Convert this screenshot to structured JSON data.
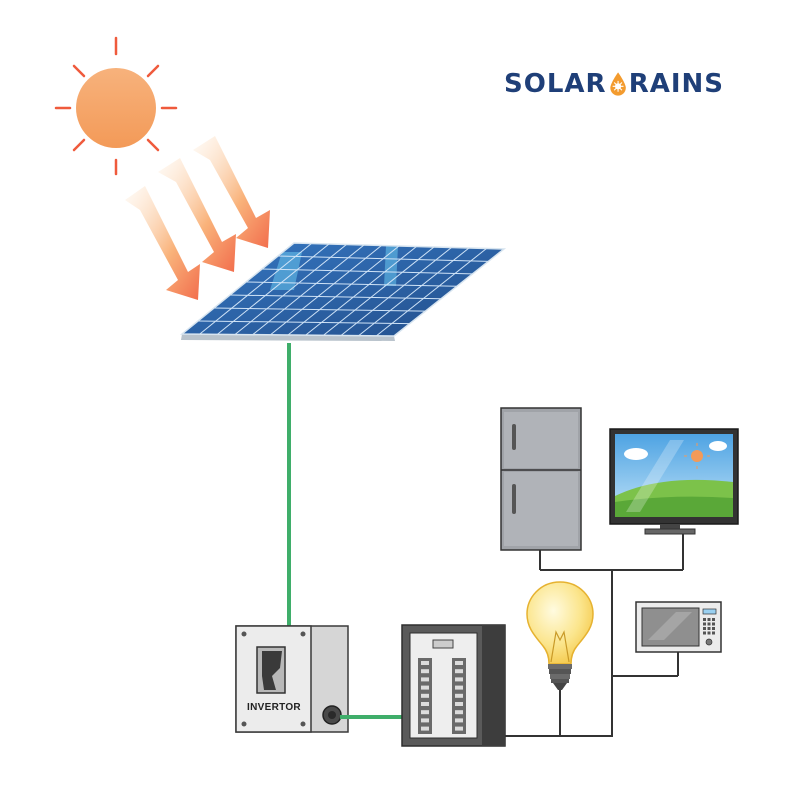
{
  "brand": {
    "part1": "SOLAR",
    "part2": "RAINS"
  },
  "inverter": {
    "label": "INVERTOR"
  },
  "icons": [
    "sun-icon",
    "solar-panel-icon",
    "inverter-icon",
    "breaker-panel-icon",
    "fridge-icon",
    "tv-icon",
    "light-bulb-icon",
    "microwave-icon"
  ],
  "colors": {
    "brand": "#1f3f78",
    "brand_accent": "#f39b2e",
    "sun": "#f5a461",
    "panel": "#2a5a9c",
    "wire": "#3fae6a"
  }
}
